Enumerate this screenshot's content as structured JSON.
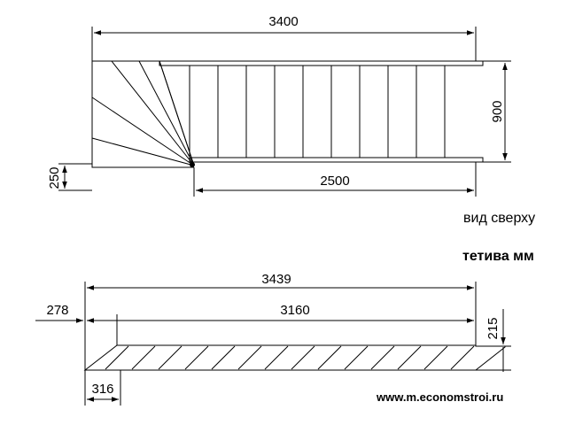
{
  "plan": {
    "dim_total_length": "3400",
    "dim_width": "900",
    "dim_flight_length": "2500",
    "dim_offset": "250",
    "caption": "вид сверху"
  },
  "stringer": {
    "caption": "тетива мм",
    "dim_overall": "3439",
    "dim_top_run": "3160",
    "dim_left": "278",
    "dim_height": "215",
    "dim_bottom": "316"
  },
  "watermark": "www.m.economstroi.ru"
}
